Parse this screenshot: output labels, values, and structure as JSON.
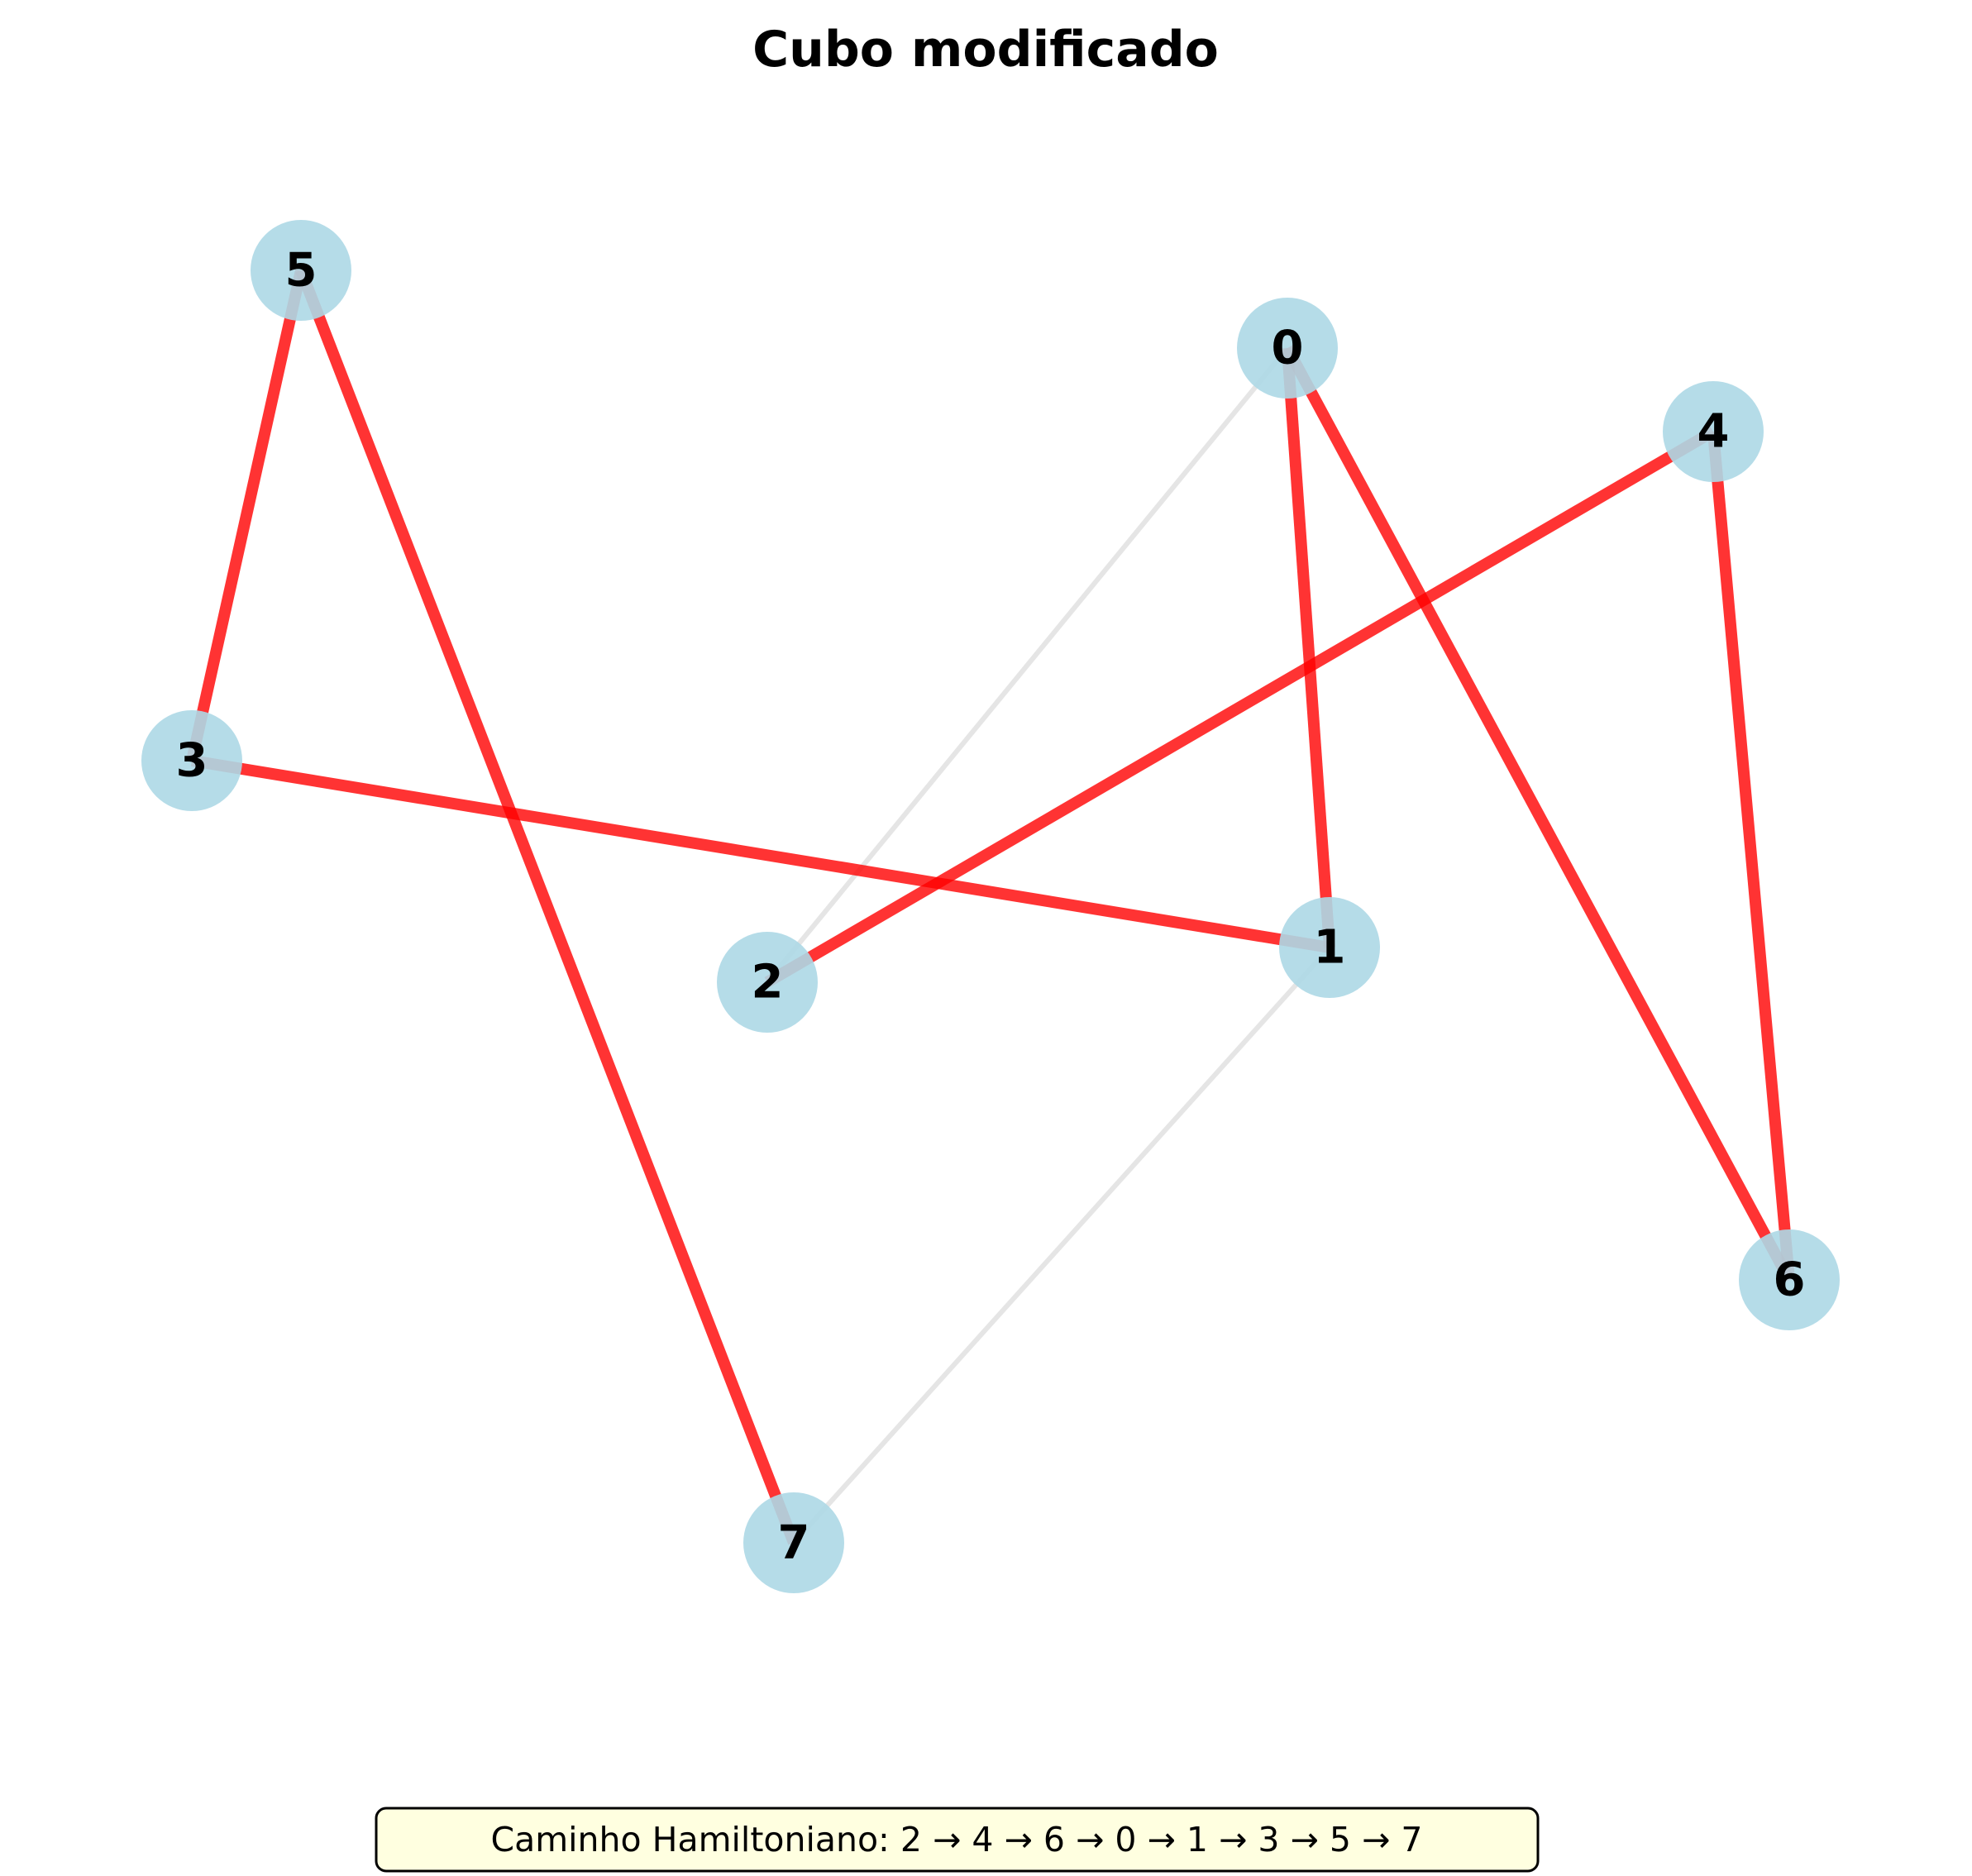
{
  "title": "Cubo modificado",
  "colors": {
    "path_edge": "#ff0000",
    "other_edge": "#d3d3d3",
    "node_fill": "#add8e6",
    "caption_fill": "#ffffe0",
    "caption_border": "#000000"
  },
  "nodes": [
    {
      "id": "0",
      "label": "0"
    },
    {
      "id": "1",
      "label": "1"
    },
    {
      "id": "2",
      "label": "2"
    },
    {
      "id": "3",
      "label": "3"
    },
    {
      "id": "4",
      "label": "4"
    },
    {
      "id": "5",
      "label": "5"
    },
    {
      "id": "6",
      "label": "6"
    },
    {
      "id": "7",
      "label": "7"
    }
  ],
  "edges": [
    {
      "source": "0",
      "target": "2",
      "in_path": false
    },
    {
      "source": "1",
      "target": "7",
      "in_path": false
    },
    {
      "source": "2",
      "target": "4",
      "in_path": true
    },
    {
      "source": "4",
      "target": "6",
      "in_path": true
    },
    {
      "source": "6",
      "target": "0",
      "in_path": true
    },
    {
      "source": "0",
      "target": "1",
      "in_path": true
    },
    {
      "source": "1",
      "target": "3",
      "in_path": true
    },
    {
      "source": "3",
      "target": "5",
      "in_path": true
    },
    {
      "source": "5",
      "target": "7",
      "in_path": true
    }
  ],
  "hamiltonian_path": [
    "2",
    "4",
    "6",
    "0",
    "1",
    "3",
    "5",
    "7"
  ],
  "caption": "Caminho Hamiltoniano: 2 → 4 → 6 → 0 → 1 → 3 → 5 → 7"
}
